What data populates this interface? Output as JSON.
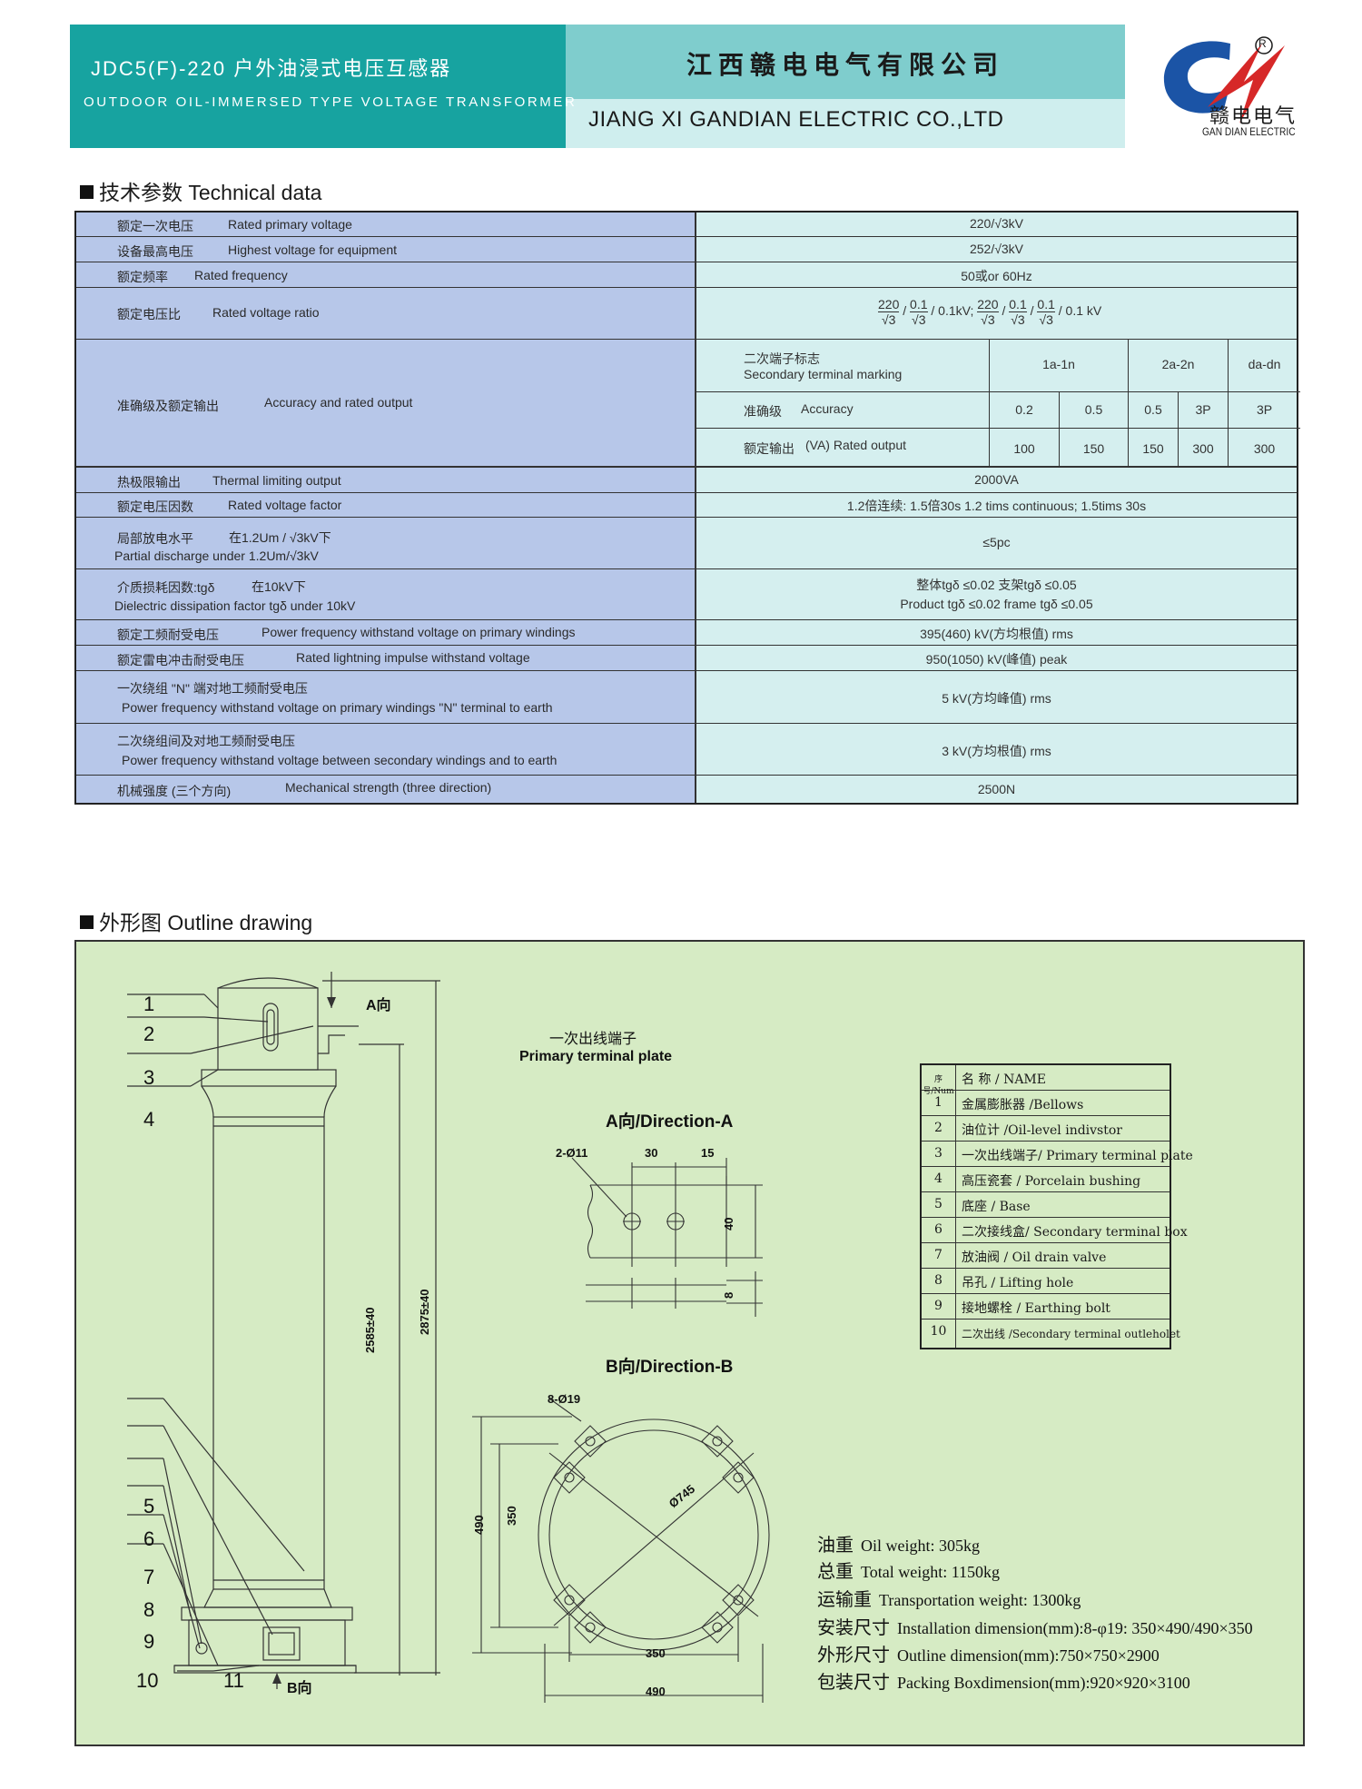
{
  "header": {
    "model_cn": "JDC5(F)-220 户外油浸式电压互感器",
    "model_en": "OUTDOOR OIL-IMMERSED TYPE VOLTAGE TRANSFORMER",
    "company_cn": "江西赣电电气有限公司",
    "company_en": "JIANG XI GANDIAN ELECTRIC CO.,LTD",
    "logo": {
      "registered": "R",
      "brand_cn": "赣电电气",
      "brand_en": "GAN DIAN ELECTRIC",
      "accent": "#d62828",
      "blue": "#1b54a6"
    }
  },
  "technical": {
    "heading_cn": "技术参数",
    "heading_en": "Technical  data",
    "rows": [
      {
        "cn": "额定一次电压",
        "en": "Rated primary voltage",
        "value": "220/√3kV"
      },
      {
        "cn": "设备最高电压",
        "en": "Highest voltage for equipment",
        "value": "252/√3kV"
      },
      {
        "cn": "额定频率",
        "en": "Rated frequency",
        "value": "50或or 60Hz"
      },
      {
        "cn": "额定电压比",
        "en": "Rated voltage ratio",
        "value": "220/√3 / 0.1/√3 / 0.1kV;  220/√3 / 0.1/√3 / 0.1/√3 / 0.1 kV"
      },
      {
        "cn": "准确级及额定输出",
        "en": "Accuracy and rated output"
      },
      {
        "cn": "热极限输出",
        "en": "Thermal limiting output",
        "value": "2000VA"
      },
      {
        "cn": "额定电压因数",
        "en": "Rated voltage factor",
        "value": "1.2倍连续:     1.5倍30s       1.2 tims continuous; 1.5tims 30s"
      },
      {
        "cn": "局部放电水平",
        "cn2": "在1.2Um / √3kV下",
        "en": "Partial discharge under 1.2Um/√3kV",
        "value": "≤5pc"
      },
      {
        "cn": "介质损耗因数:tgδ",
        "cn2": "在10kV下",
        "en": "Dielectric dissipation factor tgδ  under 10kV",
        "value": "整体tgδ ≤0.02  支架tgδ ≤0.05",
        "value2": "Product tgδ ≤0.02  frame tgδ ≤0.05"
      },
      {
        "cn": "额定工频耐受电压",
        "en": "Power frequency withstand voltage on primary windings",
        "value": "395(460) kV(方均根值) rms"
      },
      {
        "cn": "额定雷电冲击耐受电压",
        "en": "Rated lightning impulse withstand voltage",
        "value": "950(1050) kV(峰值) peak"
      },
      {
        "cn": "一次绕组 \"N\" 端对地工频耐受电压",
        "en": "Power frequency withstand voltage on primary windings  \"N\" terminal to earth",
        "value": "5 kV(方均峰值) rms"
      },
      {
        "cn": "二次绕组间及对地工频耐受电压",
        "en": "Power frequency withstand voltage between secondary windings and to earth",
        "value": "3 kV(方均根值) rms"
      },
      {
        "cn": "机械强度 (三个方向)",
        "en": "Mechanical strength (three direction)",
        "value": "2500N"
      }
    ],
    "ratio": {
      "n1": "220",
      "d1": "√3",
      "n2": "0.1",
      "d2": "√3",
      "t1": "0.1kV;",
      "n3": "220",
      "d3": "√3",
      "n4": "0.1",
      "d4": "√3",
      "n5": "0.1",
      "d5": "√3",
      "t2": "0.1 kV"
    },
    "accuracy": {
      "marking_cn": "二次端子标志",
      "marking_en": "Secondary terminal marking",
      "accuracy_cn": "准确级",
      "accuracy_en": "Accuracy",
      "output_cn": "额定输出",
      "output_en": "(VA) Rated output",
      "groups": [
        "1a-1n",
        "2a-2n",
        "da-dn"
      ],
      "classes": [
        "0.2",
        "0.5",
        "0.5",
        "3P",
        "3P"
      ],
      "outputs": [
        "100",
        "150",
        "150",
        "300",
        "300"
      ]
    }
  },
  "outline": {
    "heading_cn": "外形图",
    "heading_en": "Outline drawing",
    "callouts": [
      "1",
      "2",
      "3",
      "4",
      "5",
      "6",
      "7",
      "8",
      "9",
      "10",
      "11"
    ],
    "direction_a": "A向",
    "direction_b": "B向",
    "dim_2585": "2585±40",
    "dim_2875": "2875±40",
    "terminal_cn": "一次出线端子",
    "terminal_en": "Primary terminal plate",
    "dir_a_title": "A向/Direction-A",
    "dir_b_title": "B向/Direction-B",
    "dims_a": {
      "holes": "2-Ø11",
      "d30": "30",
      "d15": "15",
      "d40": "40",
      "d8": "8"
    },
    "dims_b": {
      "holes": "8-Ø19",
      "dia": "Ø745",
      "d490v": "490",
      "d350v": "350",
      "d350h": "350",
      "d490h": "490"
    },
    "parts_header": {
      "no": "序号/Num",
      "name": "名    称  /  NAME"
    },
    "parts": [
      {
        "no": "1",
        "name": "金属膨胀器 /Bellows"
      },
      {
        "no": "2",
        "name": "油位计 /Oil-level indivstor"
      },
      {
        "no": "3",
        "name": "一次出线端子/ Primary terminal plate"
      },
      {
        "no": "4",
        "name": "高压瓷套 / Porcelain bushing"
      },
      {
        "no": "5",
        "name": "底座 / Base"
      },
      {
        "no": "6",
        "name": "二次接线盒/ Secondary terminal box"
      },
      {
        "no": "7",
        "name": "放油阀 / Oil drain valve"
      },
      {
        "no": "8",
        "name": "吊孔 / Lifting hole"
      },
      {
        "no": "9",
        "name": "接地螺栓 / Earthing bolt"
      },
      {
        "no": "10",
        "name": "二次出线 /Secondary terminal outleholet"
      }
    ],
    "specs": [
      {
        "cn": "油重",
        "en": "Oil weight: 305kg"
      },
      {
        "cn": "总重",
        "en": "Total weight: 1150kg"
      },
      {
        "cn": "运输重",
        "en": "Transportation weight: 1300kg"
      },
      {
        "cn": "安装尺寸",
        "en": "Installation dimension(mm):8-φ19: 350×490/490×350"
      },
      {
        "cn": "外形尺寸",
        "en": "Outline dimension(mm):750×750×2900"
      },
      {
        "cn": "包装尺寸",
        "en": "Packing Boxdimension(mm):920×920×3100"
      }
    ]
  }
}
